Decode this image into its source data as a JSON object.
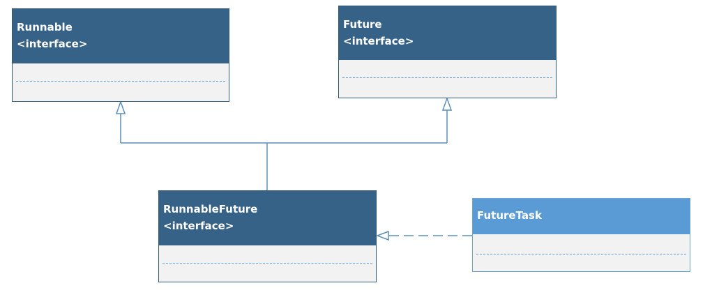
{
  "diagram": {
    "boxes": [
      {
        "id": "runnable",
        "name": "Runnable",
        "stereotype": "<interface>"
      },
      {
        "id": "future",
        "name": "Future",
        "stereotype": "<interface>"
      },
      {
        "id": "runnablefuture",
        "name": "RunnableFuture",
        "stereotype": "<interface>"
      },
      {
        "id": "futuretask",
        "name": "FutureTask"
      }
    ],
    "relations": [
      {
        "from": "runnablefuture",
        "to": "runnable",
        "kind": "generalization"
      },
      {
        "from": "runnablefuture",
        "to": "future",
        "kind": "generalization"
      },
      {
        "from": "futuretask",
        "to": "runnablefuture",
        "kind": "realization"
      }
    ],
    "colors": {
      "interface_header": "#376287",
      "class_header": "#5b9bd5",
      "box_body": "#f2f2f2",
      "connector": "#5b8fb9",
      "divider": "#5b9bd5"
    }
  }
}
